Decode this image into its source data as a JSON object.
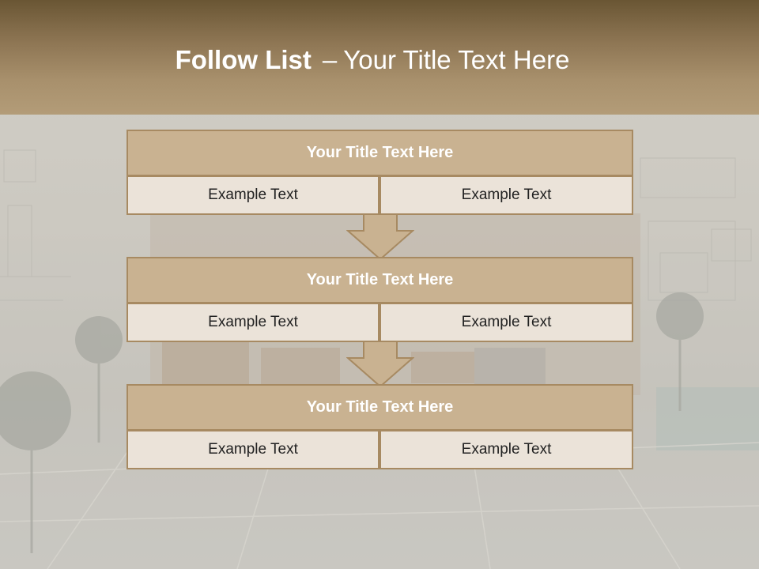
{
  "slide": {
    "title_bold": "Follow List",
    "title_dash": "–",
    "title_rest": "Your Title Text Here"
  },
  "steps": [
    {
      "title": "Your Title Text Here",
      "left": "Example Text",
      "right": "Example Text"
    },
    {
      "title": "Your Title Text Here",
      "left": "Example Text",
      "right": "Example Text"
    },
    {
      "title": "Your Title Text Here",
      "left": "Example Text",
      "right": "Example Text"
    }
  ],
  "colors": {
    "header_top": "#6a5634",
    "header_bottom": "#b39c78",
    "box_fill": "#c9b291",
    "box_border": "#a78a62",
    "cell_fill": "#ebe3d9",
    "arrow_fill": "#c9b291"
  }
}
